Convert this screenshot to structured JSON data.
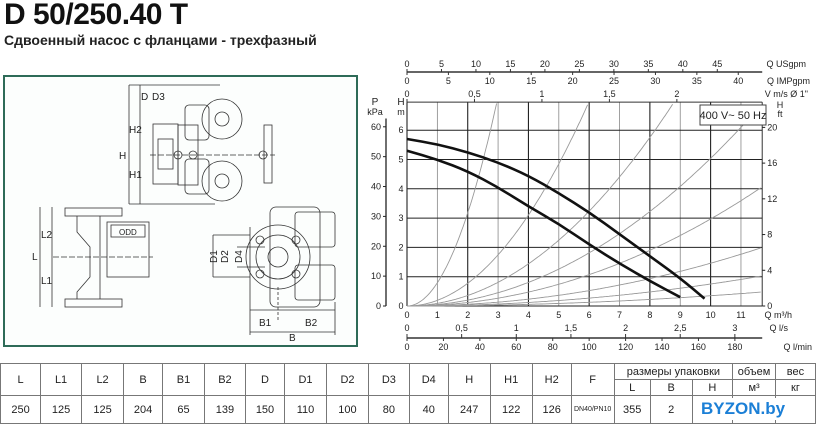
{
  "header": {
    "title": "D 50/250.40 T",
    "subtitle": "Сдвоенный насос с фланцами - трехфазный"
  },
  "drawing": {
    "labels": {
      "D": "D",
      "D3": "D3",
      "H2": "H2",
      "H": "H",
      "H1": "H1",
      "L2": "L2",
      "L": "L",
      "L1": "L1",
      "B1": "B1",
      "B2": "B2",
      "B": "B",
      "D1": "D1",
      "D2": "D2",
      "D4": "D4",
      "plate": "ODD"
    }
  },
  "chart_data": {
    "type": "line",
    "title": "",
    "badge": "400 V~ 50 Hz",
    "x": {
      "label": "Q m³/h",
      "range": [
        0,
        11.7
      ],
      "ticks": [
        0,
        1,
        2,
        3,
        4,
        5,
        6,
        7,
        8,
        9,
        10,
        11
      ]
    },
    "y": {
      "label": "H m",
      "range": [
        0,
        6.96
      ],
      "ticks": [
        0,
        1,
        2,
        3,
        4,
        5,
        6
      ]
    },
    "y_left_kpa": {
      "label_top": "P",
      "label_bottom": "kPa",
      "ticks": [
        0,
        10,
        20,
        30,
        40,
        50,
        60
      ]
    },
    "y_right_ft": {
      "label_top": "H",
      "label_bottom": "ft",
      "ticks": [
        0,
        4,
        8,
        12,
        16,
        20
      ]
    },
    "y_axis_label_top": "H",
    "y_axis_label_bottom": "m",
    "top_axes": [
      {
        "label": "Q USgpm",
        "ticks": [
          0,
          5,
          10,
          15,
          20,
          25,
          30,
          35,
          40,
          45
        ],
        "per_m3h": 4.403
      },
      {
        "label": "Q IMPgpm",
        "ticks": [
          0,
          5,
          10,
          15,
          20,
          25,
          30,
          35,
          40
        ],
        "per_m3h": 3.666
      },
      {
        "label": "V m/s Ø 1\"",
        "ticks": [
          "0",
          "0,5",
          "1",
          "1,5",
          "2"
        ],
        "tick_values": [
          0,
          0.5,
          1,
          1.5,
          2
        ],
        "per_m3h": 0.225
      }
    ],
    "bottom_axes": [
      {
        "label": "Q l/s",
        "ticks": [
          "0",
          "0,5",
          "1",
          "1,5",
          "2",
          "2,5",
          "3"
        ],
        "tick_values": [
          0,
          0.5,
          1,
          1.5,
          2,
          2.5,
          3
        ],
        "per_m3h": 0.2778
      },
      {
        "label": "Q l/min",
        "ticks": [
          0,
          20,
          40,
          60,
          80,
          100,
          120,
          140,
          160,
          180
        ],
        "per_m3h": 16.667
      }
    ],
    "series": [
      {
        "name": "pump-curve-max",
        "points": [
          [
            0,
            5.7
          ],
          [
            1,
            5.52
          ],
          [
            2,
            5.25
          ],
          [
            3,
            4.9
          ],
          [
            4,
            4.45
          ],
          [
            5,
            3.85
          ],
          [
            6,
            3.2
          ],
          [
            7,
            2.45
          ],
          [
            8,
            1.7
          ],
          [
            9,
            0.95
          ],
          [
            9.8,
            0.25
          ]
        ]
      },
      {
        "name": "pump-curve-min",
        "points": [
          [
            0,
            5.3
          ],
          [
            1,
            5.0
          ],
          [
            2,
            4.6
          ],
          [
            3,
            4.05
          ],
          [
            4,
            3.4
          ],
          [
            5,
            2.8
          ],
          [
            6,
            2.1
          ],
          [
            7,
            1.45
          ],
          [
            8,
            0.85
          ],
          [
            9,
            0.3
          ]
        ]
      }
    ],
    "system_curves_k": [
      0.794,
      0.194,
      0.0899,
      0.0504,
      0.0297,
      0.0146,
      0.0075,
      0.0035
    ]
  },
  "table": {
    "headers": [
      "L",
      "L1",
      "L2",
      "B",
      "B1",
      "B2",
      "D",
      "D1",
      "D2",
      "D3",
      "D4",
      "H",
      "H1",
      "H2",
      "F"
    ],
    "pack_header": "размеры упаковки",
    "pack_sub": [
      "L",
      "B",
      "H"
    ],
    "volume_header": "объем",
    "volume_unit": "м³",
    "weight_header": "вес",
    "weight_unit": "кг",
    "values": [
      "250",
      "125",
      "125",
      "204",
      "65",
      "139",
      "150",
      "110",
      "100",
      "80",
      "40",
      "247",
      "122",
      "126",
      "DN40/PN10"
    ],
    "pack_values": [
      "355",
      "2"
    ]
  },
  "watermark": "BYZON.by"
}
